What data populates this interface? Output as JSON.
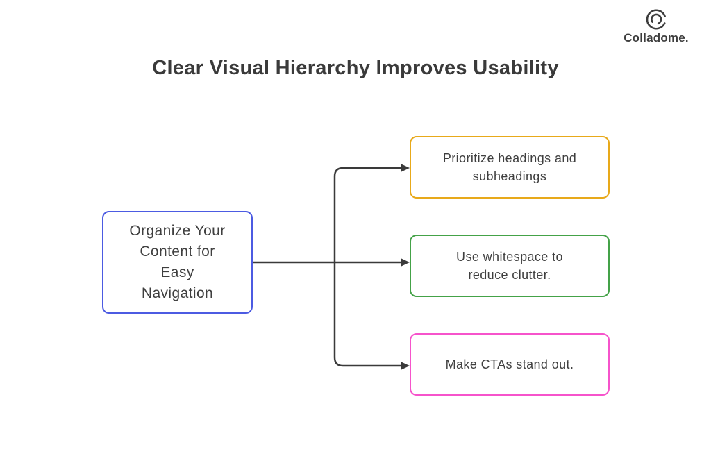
{
  "logo": {
    "name": "Colladome.",
    "icon": "colladome-spiral-icon",
    "color": "#3d3d3d"
  },
  "title": {
    "text": "Clear Visual Hierarchy Improves Usability",
    "color": "#3a3a3a"
  },
  "diagram": {
    "type": "flowchart",
    "direction": "left-to-right",
    "root_node": {
      "text": "Organize Your\nContent for\nEasy\nNavigation",
      "border_color": "#4c5be2",
      "text_color": "#3f3f3f"
    },
    "branch_nodes": [
      {
        "text": "Prioritize headings and\nsubheadings",
        "border_color": "#e8a91a"
      },
      {
        "text": "Use whitespace to\nreduce clutter.",
        "border_color": "#44a248"
      },
      {
        "text": "Make CTAs stand out.",
        "border_color": "#f653cb"
      }
    ],
    "connector_color": "#3a3a3a"
  }
}
